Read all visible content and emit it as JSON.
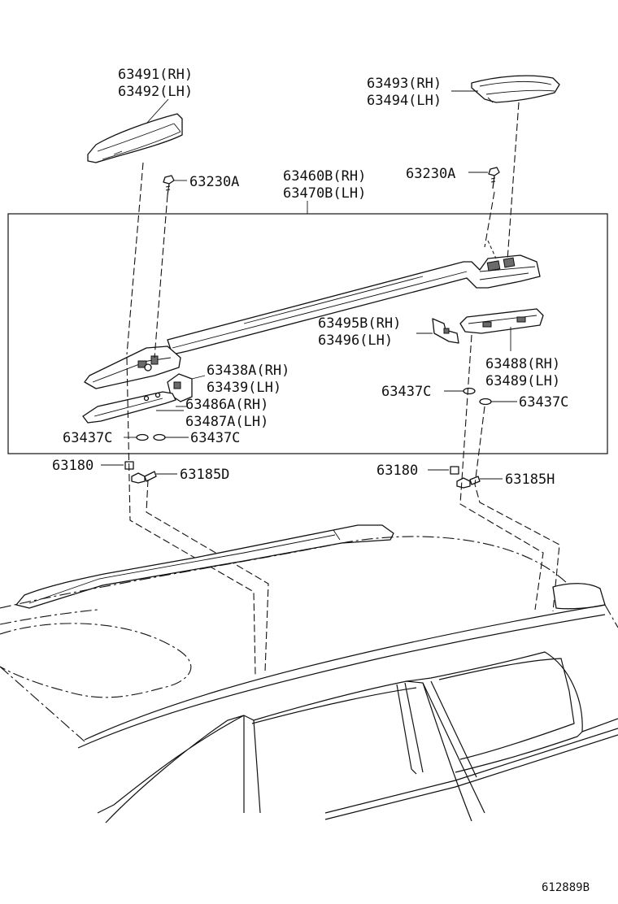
{
  "diagram": {
    "colors": {
      "line": "#111111",
      "background": "#ffffff",
      "shade": "#6b6b6b"
    },
    "labels": {
      "p63491_rh": "63491(RH)",
      "p63492_lh": "63492(LH)",
      "p63493_rh": "63493(RH)",
      "p63494_lh": "63494(LH)",
      "p63230a_left": "63230A",
      "p63230a_right": "63230A",
      "p63460b_rh": "63460B(RH)",
      "p63470b_lh": "63470B(LH)",
      "p63495b_rh": "63495B(RH)",
      "p63496_lh": "63496(LH)",
      "p63438a_rh": "63438A(RH)",
      "p63439_lh": "63439(LH)",
      "p63486a_rh": "63486A(RH)",
      "p63487a_lh": "63487A(LH)",
      "p63488_rh": "63488(RH)",
      "p63489_lh": "63489(LH)",
      "p63437c_a": "63437C",
      "p63437c_b": "63437C",
      "p63437c_c": "63437C",
      "p63437c_d": "63437C",
      "p63180_left": "63180",
      "p63180_right": "63180",
      "p63185d": "63185D",
      "p63185h": "63185H"
    },
    "drawing_id": "612889B"
  }
}
